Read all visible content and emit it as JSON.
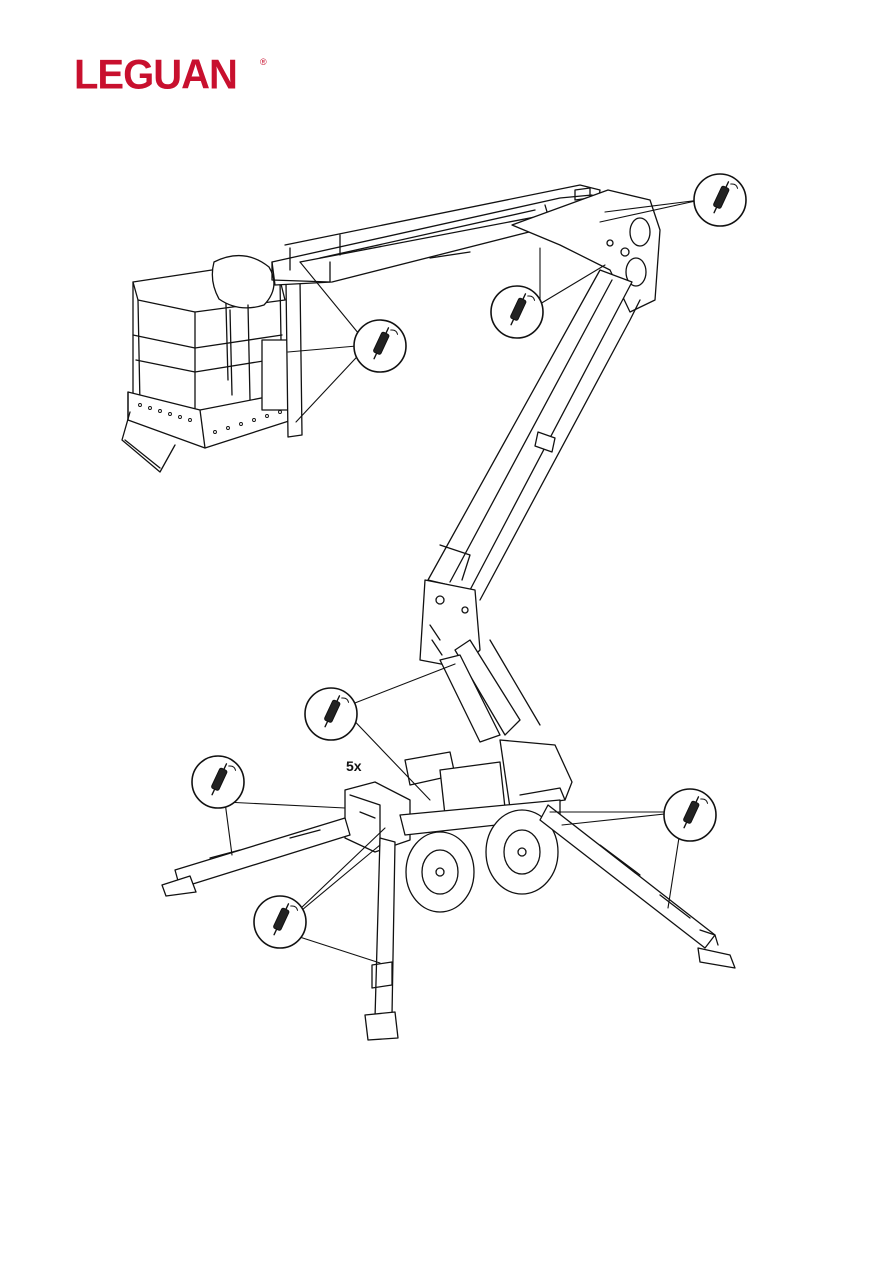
{
  "brand": {
    "logo_text": "LEGUAN",
    "registered_mark": "®",
    "color": "#c8102e"
  },
  "figure": {
    "subject": "boom-lift-lubrication-points",
    "callout_icon": "grease-gun-icon",
    "count_label": "5x",
    "line_color": "#111111"
  }
}
